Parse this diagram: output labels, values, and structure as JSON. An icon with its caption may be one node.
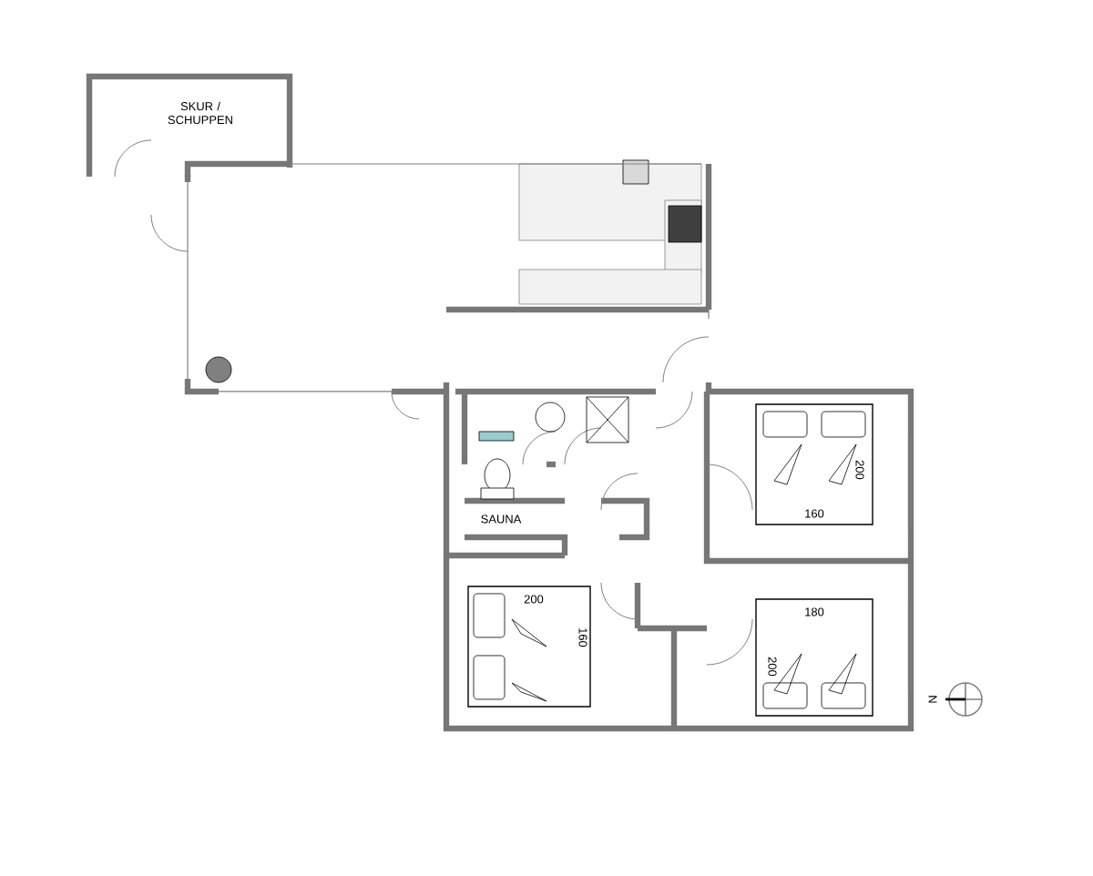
{
  "diagram": {
    "labels": [
      "SKUR / SCHUPPEN",
      "200",
      "SAUNA",
      "160",
      "200",
      "180",
      "160",
      "200",
      "N"
    ]
  }
}
